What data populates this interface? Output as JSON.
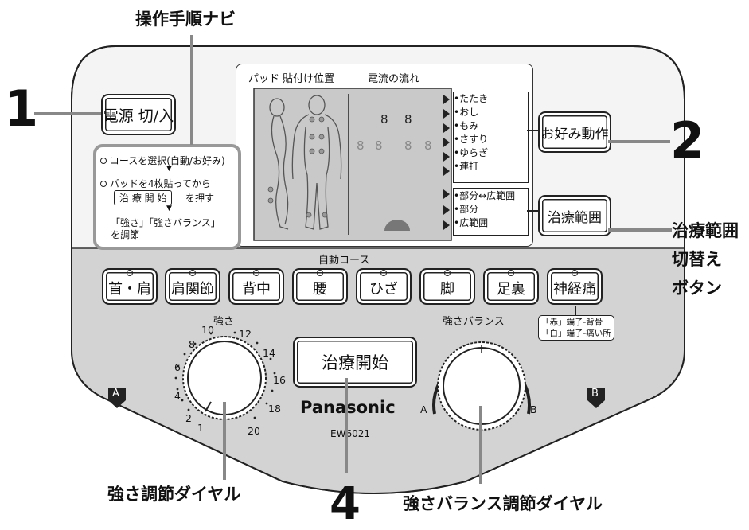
{
  "callouts": {
    "nav_title": "操作手順ナビ",
    "num1": "1",
    "num2": "2",
    "num4": "4",
    "range_switch": [
      "治療範囲",
      "切替え",
      "ボタン"
    ],
    "intensity_dial": "強さ調節ダイヤル",
    "balance_dial": "強さバランス調節ダイヤル"
  },
  "buttons": {
    "power": "電源 切/入",
    "favorite": "お好み動作",
    "range": "治療範囲",
    "start": "治療開始"
  },
  "panel": {
    "header_left": "パッド 貼付け位置",
    "header_right": "電流の流れ",
    "modes": [
      "•たたき",
      "•おし",
      "•もみ",
      "•さすり",
      "•ゆらぎ",
      "•連打"
    ],
    "ranges": [
      "•部分↔広範囲",
      "•部分",
      "•広範囲"
    ]
  },
  "nav_steps": {
    "step1": "コースを選択(自動/お好み)",
    "step2a": "パッドを4枚貼ってから",
    "step2_btn": "治 療 開 始",
    "step2b": "を押す",
    "step3a": "「強さ」「強さバランス」",
    "step3b": "を調節"
  },
  "auto_course": {
    "label": "自動コース",
    "items": [
      "首・肩",
      "肩関節",
      "背中",
      "腰",
      "ひざ",
      "脚",
      "足裏",
      "神経痛"
    ],
    "neuralgia_note": [
      "「赤」端子-背骨",
      "「白」端子-痛い所"
    ]
  },
  "dials": {
    "intensity_label": "強さ",
    "intensity_ticks": [
      "1",
      "2",
      "4",
      "6",
      "8",
      "10",
      "12",
      "14",
      "16",
      "18",
      "20"
    ],
    "intensity_level": 2,
    "balance_label": "強さバランス",
    "balance_a": "A",
    "balance_b": "B"
  },
  "terminals": {
    "a": "A",
    "b": "B"
  },
  "brand": "Panasonic",
  "model": "EW6021"
}
